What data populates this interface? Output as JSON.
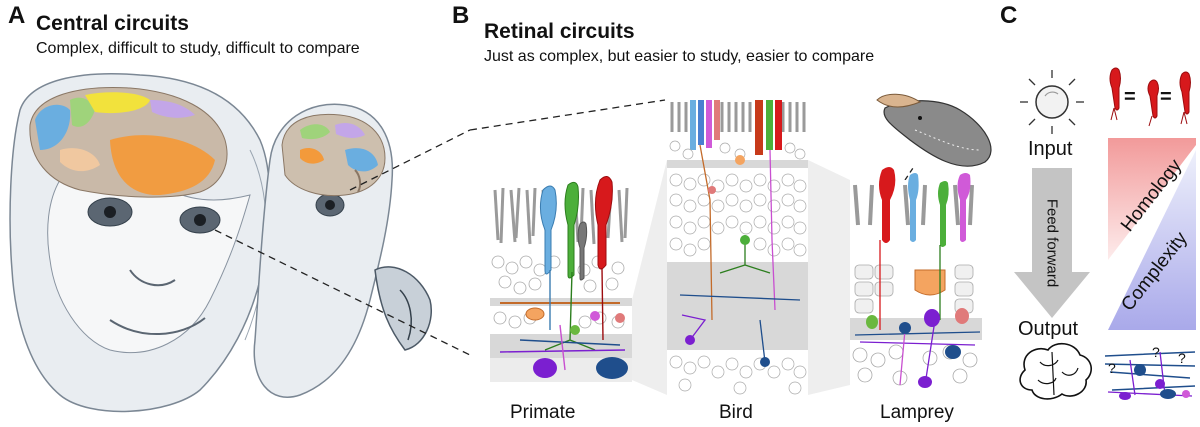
{
  "panel_a": {
    "letter": "A",
    "title": "Central circuits",
    "subtitle": "Complex, difficult to study, difficult to compare"
  },
  "panel_b": {
    "letter": "B",
    "title": "Retinal circuits",
    "subtitle": "Just as complex, but easier to study, easier to compare",
    "species": [
      "Primate",
      "Bird",
      "Lamprey"
    ]
  },
  "panel_c": {
    "letter": "C",
    "input_label": "Input",
    "output_label": "Output",
    "arrow_label": "Feed forward",
    "homology_label": "Homology",
    "complexity_label": "Complexity",
    "equals_symbol": "=",
    "question_mark": "?"
  },
  "colors": {
    "red_cone": "#d7191c",
    "blue_cone": "#6aaee0",
    "green_cone": "#4caf3a",
    "magenta_cell": "#d05ad8",
    "orange_cell": "#f4a460",
    "purple_cell": "#7b1fd0",
    "navy_cell": "#1f4e8c",
    "homology_red": "#f3a5a5",
    "complexity_blue": "#b7b7ee",
    "arrow_gray": "#c4c4c4"
  }
}
